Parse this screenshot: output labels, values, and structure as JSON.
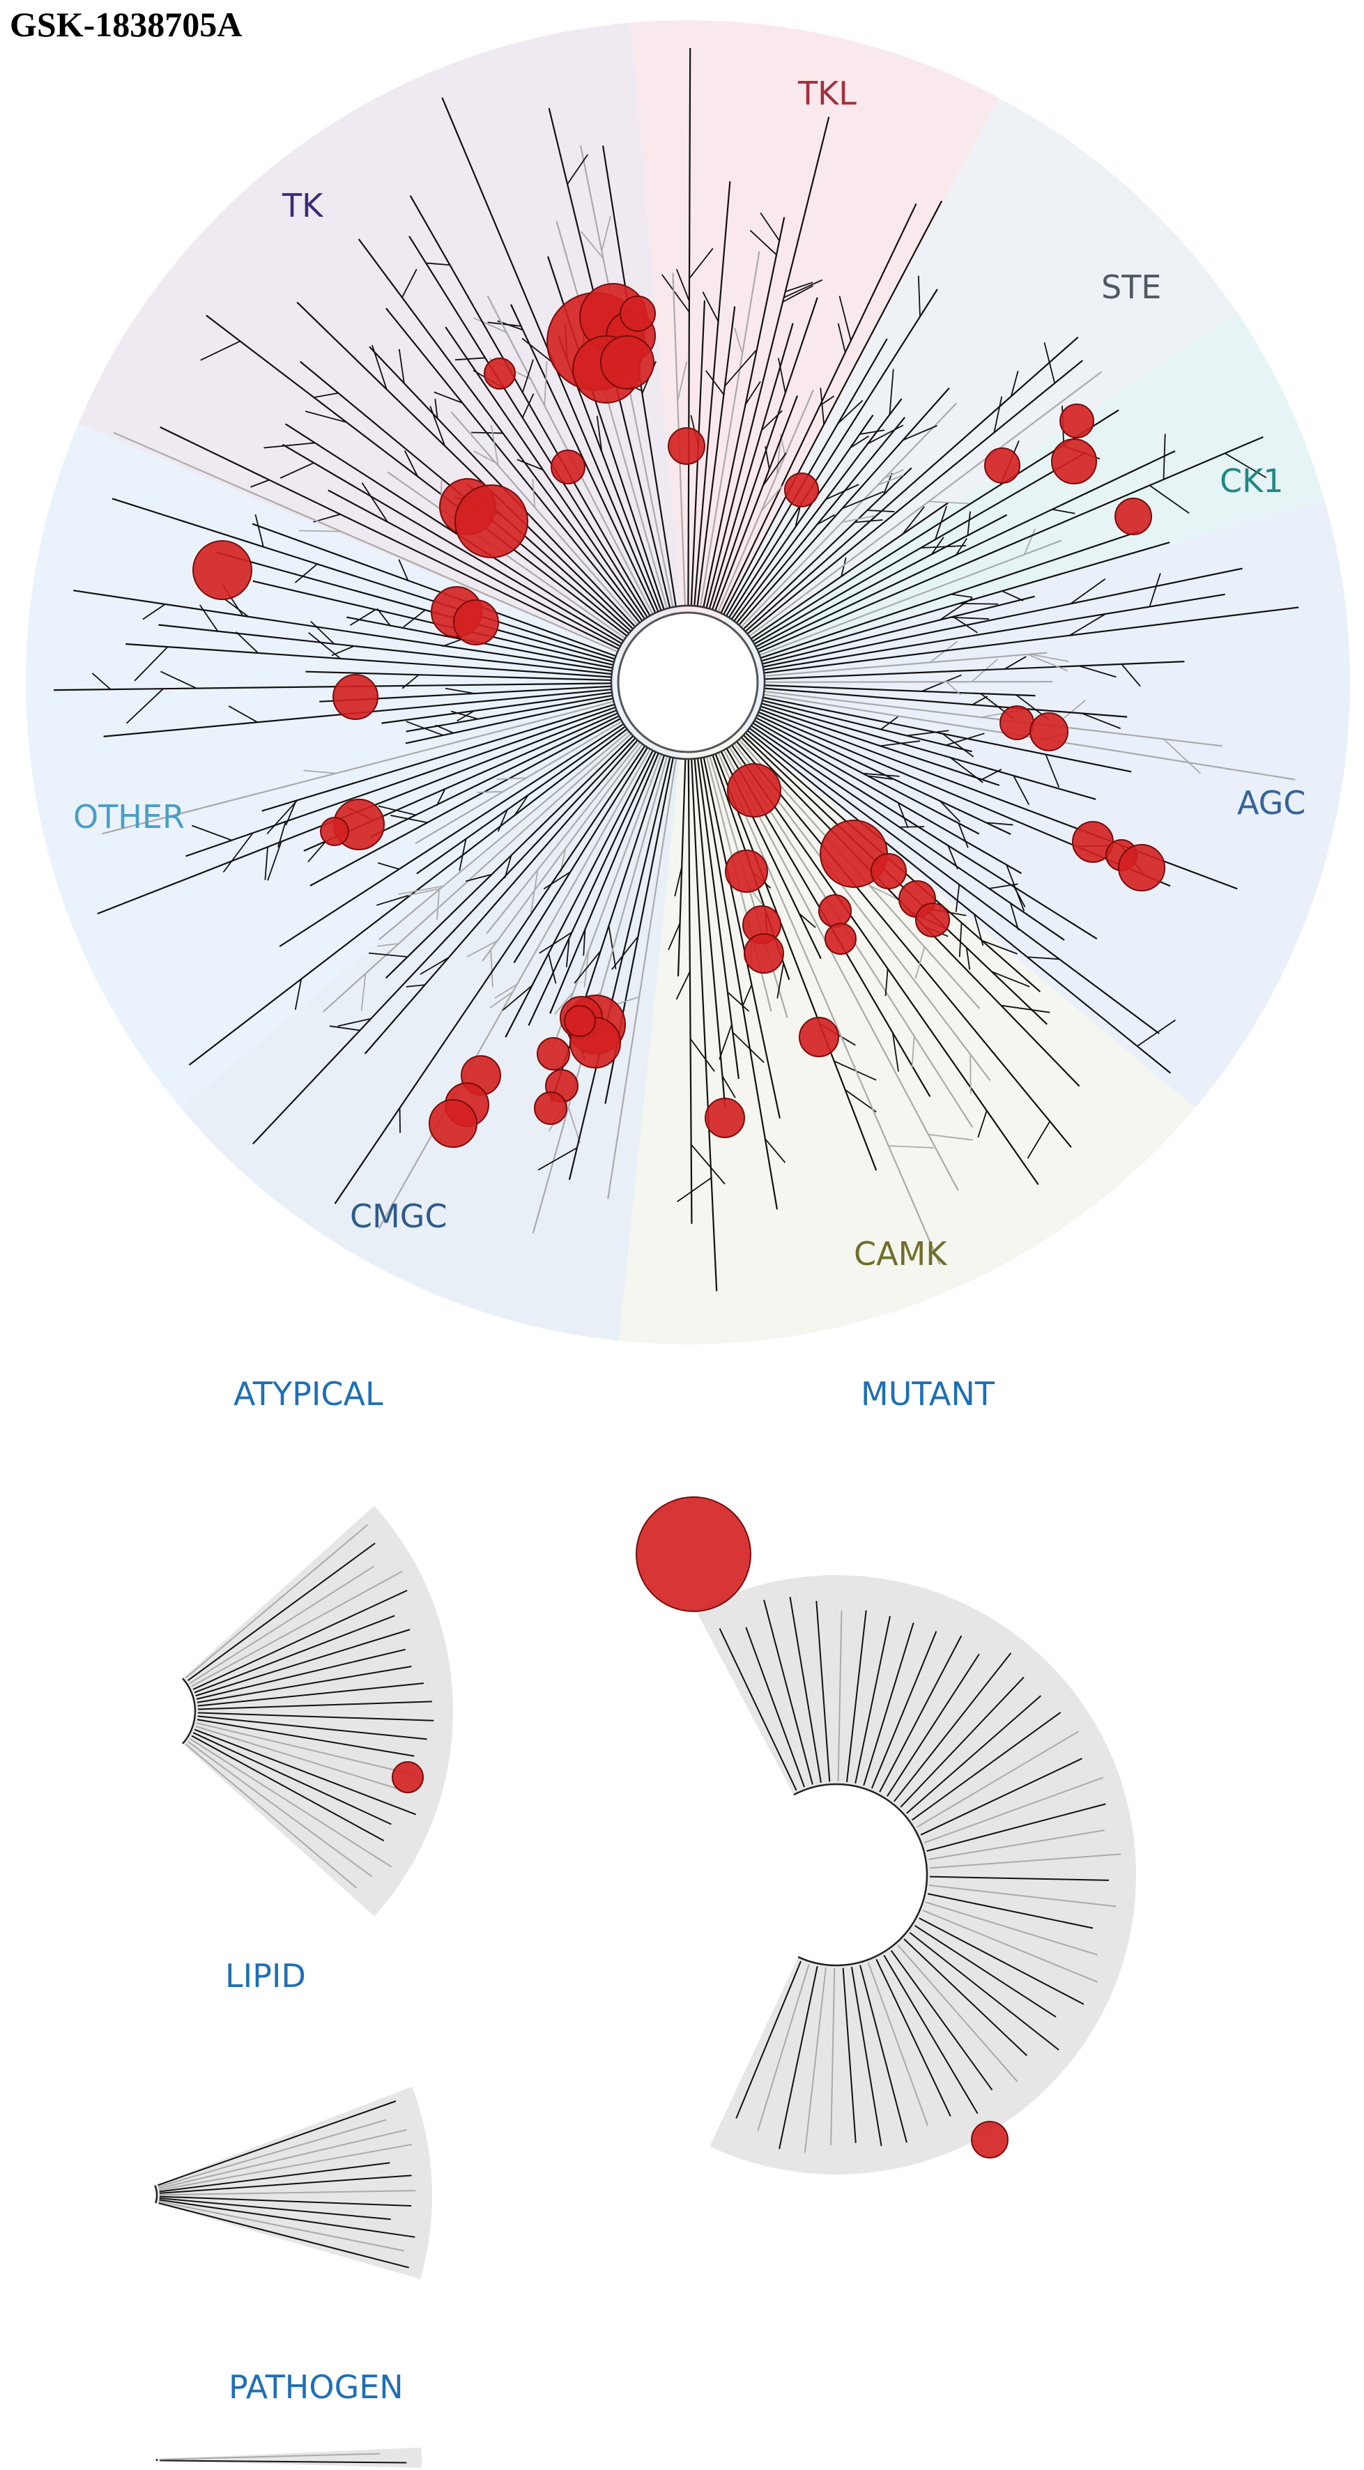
{
  "title": "GSK-1838705A",
  "groups": [
    {
      "key": "TK",
      "label": "TK",
      "color": "#3b2c77",
      "fill": "#efe9f2"
    },
    {
      "key": "TKL",
      "label": "TKL",
      "color": "#a3303f",
      "fill": "#f9e9ec"
    },
    {
      "key": "STE",
      "label": "STE",
      "color": "#4f5960",
      "fill": "#eef2f6"
    },
    {
      "key": "CK1",
      "label": "CK1",
      "color": "#1e8a84",
      "fill": "#e6f4f6"
    },
    {
      "key": "AGC",
      "label": "AGC",
      "color": "#34639a",
      "fill": "#e9f0f9"
    },
    {
      "key": "CAMK",
      "label": "CAMK",
      "color": "#6f6f2b",
      "fill": "#f4f6ef"
    },
    {
      "key": "CMGC",
      "label": "CMGC",
      "color": "#2f5a8c",
      "fill": "#e9eff6"
    },
    {
      "key": "OTHER",
      "label": "OTHER",
      "color": "#4a9ec9",
      "fill": "#eaf3fb"
    }
  ],
  "sub_trees": {
    "atypical": {
      "label": "ATYPICAL"
    },
    "mutant": {
      "label": "MUTANT"
    },
    "lipid": {
      "label": "LIPID"
    },
    "pathogen": {
      "label": "PATHOGEN"
    }
  },
  "style": {
    "hit_color": "#d42020",
    "hit_stroke": "#7a0c0c",
    "branch_color": "#111111",
    "faint_branch_color": "#aaaaaa",
    "sub_label_color": "#1f6fb5"
  }
}
